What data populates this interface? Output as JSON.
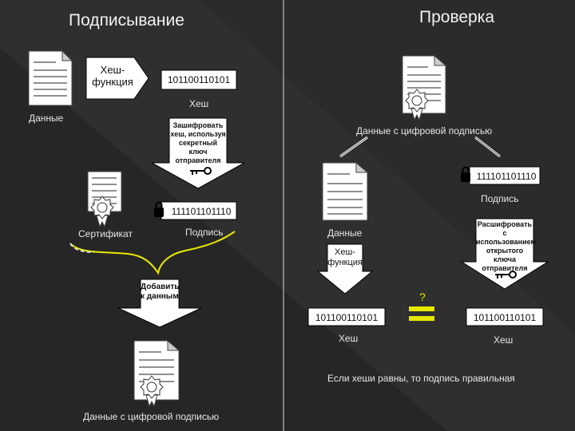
{
  "left": {
    "title": "Подписывание",
    "data_label": "Данные",
    "hash_function_label": "Хеш-\nфункция",
    "hash_value": "101100110101",
    "hash_label": "Хеш",
    "encrypt_step": "Зашифровать\nхеш, используя\nсекретный ключ\nотправителя",
    "signature_value": "111101101110",
    "certificate_label": "Сертификат",
    "signature_label": "Подпись",
    "append_step": "Добавить\nк данным",
    "signed_data_label": "Данные с цифровой подписью"
  },
  "right": {
    "title": "Проверка",
    "signed_data_label": "Данные с цифровой подписью",
    "signature_value": "111101101110",
    "signature_label": "Подпись",
    "data_label": "Данные",
    "decrypt_step": "Расшифровать\nс использованием\nоткрытого ключа\nотправителя",
    "hash_function_label": "Хеш-\nфункция",
    "question_mark": "?",
    "hash_value_computed": "101100110101",
    "hash_label_computed": "Хеш",
    "hash_value_decrypted": "101100110101",
    "hash_label_decrypted": "Хеш",
    "conclusion": "Если хеши равны, то подпись правильная"
  },
  "colors": {
    "background": "#2b2b2b",
    "accent_yellow": "#e8e800",
    "box": "#ffffff"
  }
}
